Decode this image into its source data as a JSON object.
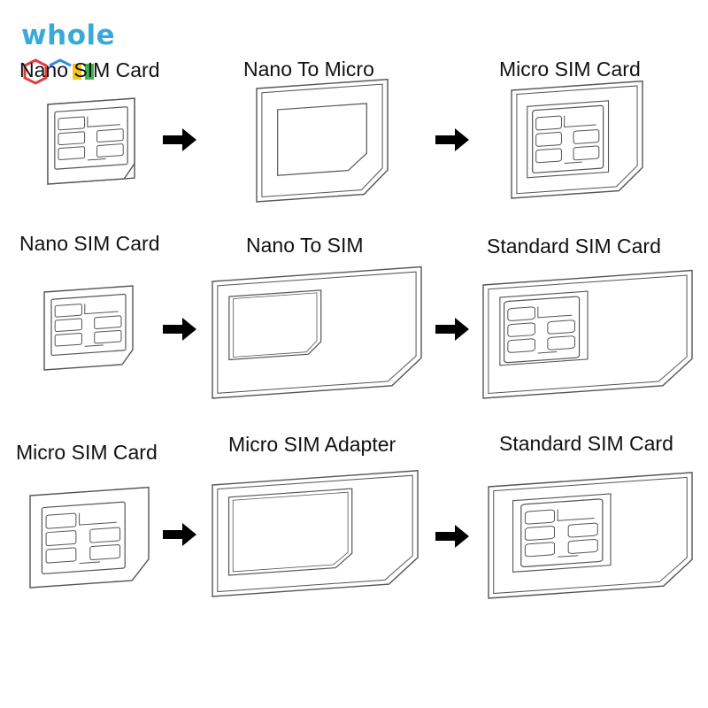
{
  "watermark": {
    "word": "whole"
  },
  "colors": {
    "line": "#555555",
    "arrow": "#000000",
    "text": "#111111",
    "logo": "#39a9d8"
  },
  "rows": [
    {
      "source": "Nano SIM Card",
      "adapter": "Nano To Micro",
      "result": "Micro SIM Card"
    },
    {
      "source": "Nano SIM Card",
      "adapter": "Nano To SIM",
      "result": "Standard SIM Card"
    },
    {
      "source": "Micro SIM Card",
      "adapter": "Micro SIM Adapter",
      "result": "Standard SIM Card"
    }
  ]
}
